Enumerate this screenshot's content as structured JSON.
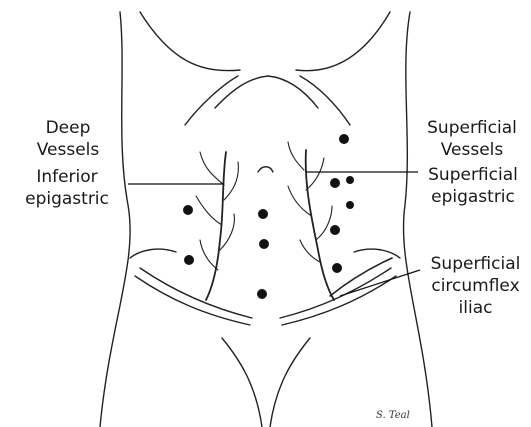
{
  "labels": {
    "deep_vessels": [
      "Deep",
      "Vessels"
    ],
    "superficial_vessels": [
      "Superficial",
      "Vessels"
    ],
    "inferior_epigastric": [
      "Inferior",
      "epigastric"
    ],
    "superficial_epigastric": [
      "Superficial",
      "epigastric"
    ],
    "superficial_circumflex_iliac": [
      "Superficial",
      "circumflex",
      "iliac"
    ]
  },
  "signature": "S. Teal",
  "port_markers": {
    "count": 11,
    "description_color": "#111111"
  },
  "colors": {
    "ink": "#1a1a1a",
    "background": "#ffffff"
  }
}
